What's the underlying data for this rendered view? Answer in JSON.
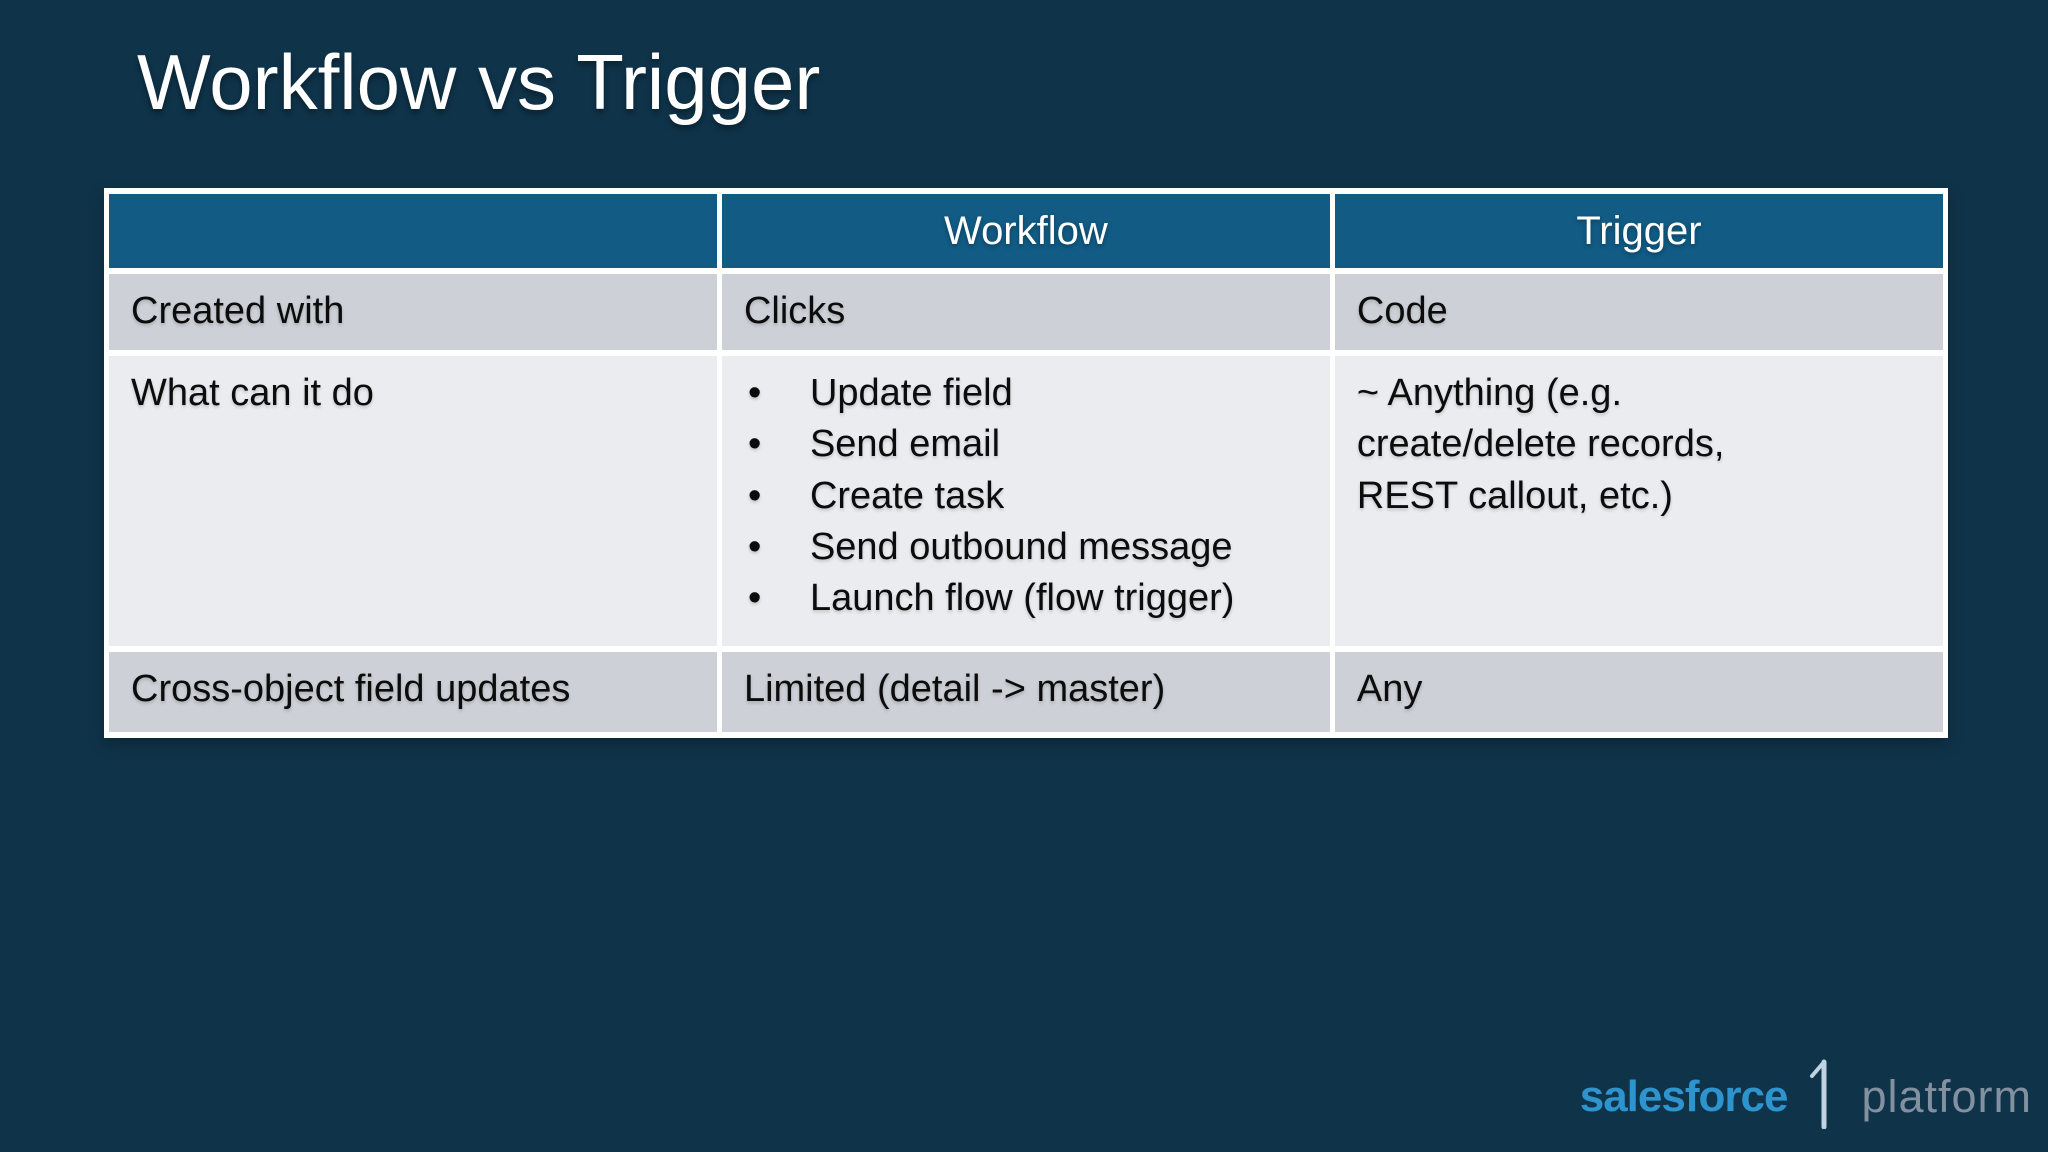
{
  "slide": {
    "title": "Workflow vs Trigger",
    "background_color": "#0F3349",
    "title_color": "#FFFFFF"
  },
  "table": {
    "bullet_char": "•",
    "header": {
      "bg_color": "#115B84",
      "text_color": "#FFFFFF",
      "cells": [
        "",
        "Workflow",
        "Trigger"
      ]
    },
    "row_colors": {
      "banded": "#CDD1D7",
      "light": "#EAECF0",
      "divider": "#FFFFFF"
    },
    "rows": [
      {
        "label": "Created with",
        "workflow": "Clicks",
        "trigger": "Code"
      },
      {
        "label": "What can it do",
        "workflow_bullets": [
          "Update field",
          "Send email",
          "Create task",
          "Send outbound message",
          "Launch flow (flow trigger)"
        ],
        "trigger": "~ Anything (e.g.\ncreate/delete records,\nREST callout, etc.)"
      },
      {
        "label": "Cross-object field updates",
        "workflow": "Limited (detail -> master)",
        "trigger": "Any"
      }
    ]
  },
  "footer": {
    "brand": "salesforce",
    "product": "platform",
    "brand_color": "#2E94CE",
    "product_color": "#8290A0",
    "divider_icon_color": "#BFD3E0"
  }
}
